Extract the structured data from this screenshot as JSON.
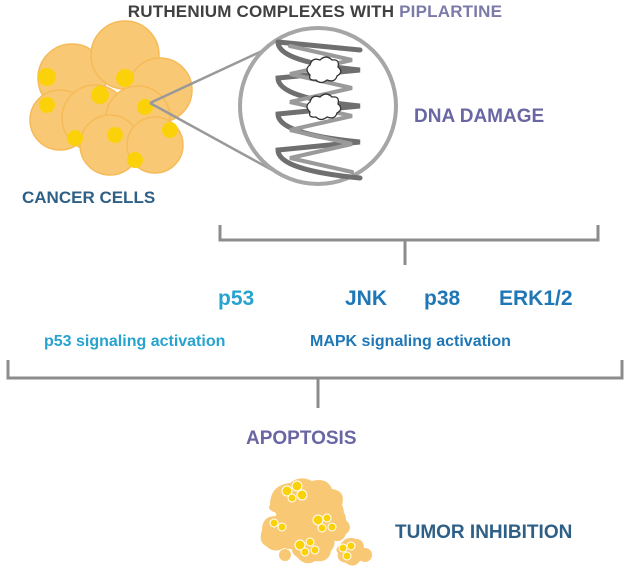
{
  "title": {
    "part1": "RUTHENIUM COMPLEXES WITH ",
    "part2": "PIPLARTINE"
  },
  "labels": {
    "cancer_cells": "CANCER CELLS",
    "dna_damage": "DNA DAMAGE",
    "apoptosis": "APOPTOSIS",
    "tumor_inhibition": "TUMOR INHIBITION"
  },
  "markers": {
    "p53": "p53",
    "jnk": "JNK",
    "p38": "p38",
    "erk": "ERK1/2"
  },
  "pathways": {
    "p53": "p53 signaling activation",
    "mapk": "MAPK signaling activation"
  },
  "colors": {
    "cell_fill": "#f8c874",
    "nucleus": "#fbd20a",
    "bracket": "#8c8c8c",
    "heading_purple": "#6a66a3",
    "label_blue": "#2e5f86",
    "marker_blue": "#1f77b6",
    "marker_cyan": "#27a3cf"
  }
}
